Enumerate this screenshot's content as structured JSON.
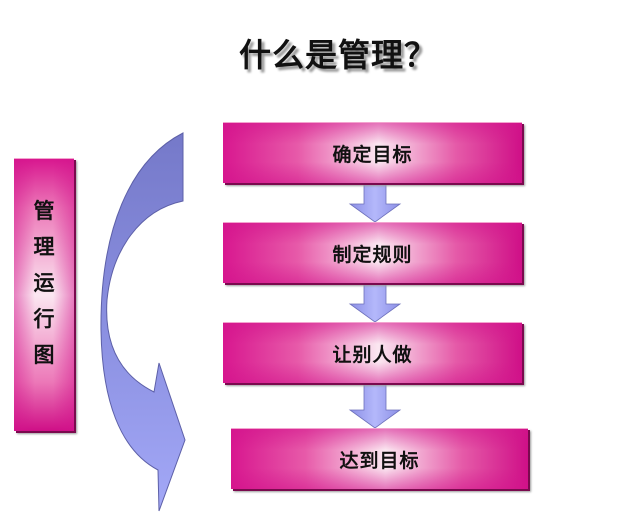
{
  "title": "什么是管理？",
  "side_label": {
    "text": "管理运行图",
    "chars": [
      "管",
      "理",
      "运",
      "行",
      "图"
    ]
  },
  "steps": [
    {
      "label": "确定目标"
    },
    {
      "label": "制定规则"
    },
    {
      "label": "让别人做"
    },
    {
      "label": "达到目标"
    }
  ],
  "cycle_arrow": {
    "icon": "curved-return-arrow",
    "direction": "top-to-bottom"
  },
  "colors": {
    "box_pink": "#d8178f",
    "box_highlight": "#fbe7f1",
    "arrow_dark": "#7b7fd0",
    "arrow_light": "#9da2f5"
  }
}
